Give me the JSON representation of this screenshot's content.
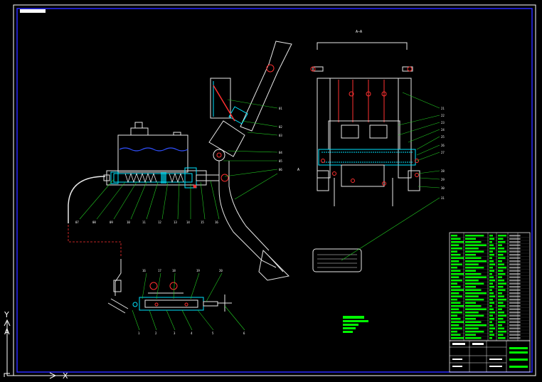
{
  "drawing": {
    "view_label": "A—A",
    "section_mark": "A",
    "axis_x": "X",
    "axis_y": "Y"
  },
  "callouts_main": [
    "01",
    "02",
    "03",
    "04",
    "05",
    "06",
    "07",
    "08",
    "09",
    "10",
    "11",
    "12",
    "13",
    "14",
    "15",
    "16"
  ],
  "callouts_side": [
    "21",
    "22",
    "23",
    "24",
    "25",
    "26",
    "27",
    "28",
    "29",
    "30",
    "31"
  ],
  "callouts_bottom": [
    "16",
    "17",
    "18",
    "19",
    "20",
    "1",
    "2",
    "3",
    "4",
    "5",
    "6"
  ],
  "tech_req": {
    "title": "技术要求",
    "lines": [
      "1.",
      "2.",
      "3."
    ]
  },
  "colors": {
    "frame": "#ffffff",
    "inner_frame": "#2b2bff",
    "part_white": "#e8e8e8",
    "part_cyan": "#00e5ff",
    "part_red": "#ff3030",
    "leader_green": "#22cc22",
    "table_green": "#00ff00",
    "fluid_blue": "#3050ff"
  }
}
